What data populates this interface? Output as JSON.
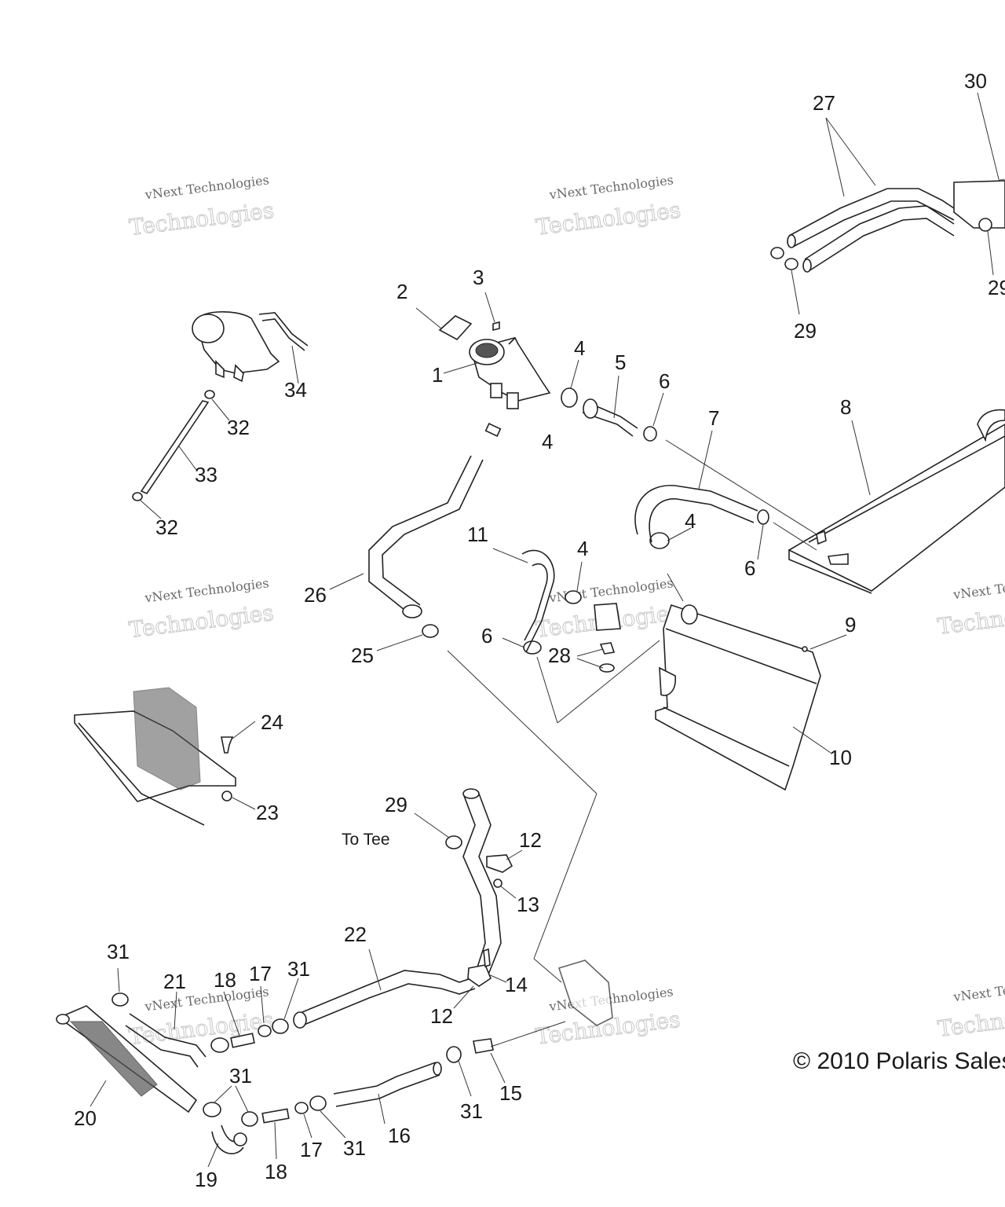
{
  "diagram": {
    "labels": [
      {
        "id": "l1",
        "text": "1"
      },
      {
        "id": "l2",
        "text": "2"
      },
      {
        "id": "l3",
        "text": "3"
      },
      {
        "id": "l4a",
        "text": "4"
      },
      {
        "id": "l4b",
        "text": "4"
      },
      {
        "id": "l4c",
        "text": "4"
      },
      {
        "id": "l4d",
        "text": "4"
      },
      {
        "id": "l5",
        "text": "5"
      },
      {
        "id": "l6a",
        "text": "6"
      },
      {
        "id": "l6b",
        "text": "6"
      },
      {
        "id": "l6c",
        "text": "6"
      },
      {
        "id": "l7",
        "text": "7"
      },
      {
        "id": "l8",
        "text": "8"
      },
      {
        "id": "l9",
        "text": "9"
      },
      {
        "id": "l10",
        "text": "10"
      },
      {
        "id": "l11",
        "text": "11"
      },
      {
        "id": "l12a",
        "text": "12"
      },
      {
        "id": "l12b",
        "text": "12"
      },
      {
        "id": "l13",
        "text": "13"
      },
      {
        "id": "l14",
        "text": "14"
      },
      {
        "id": "l15",
        "text": "15"
      },
      {
        "id": "l16",
        "text": "16"
      },
      {
        "id": "l17a",
        "text": "17"
      },
      {
        "id": "l17b",
        "text": "17"
      },
      {
        "id": "l18a",
        "text": "18"
      },
      {
        "id": "l18b",
        "text": "18"
      },
      {
        "id": "l19",
        "text": "19"
      },
      {
        "id": "l20",
        "text": "20"
      },
      {
        "id": "l21",
        "text": "21"
      },
      {
        "id": "l22",
        "text": "22"
      },
      {
        "id": "l23",
        "text": "23"
      },
      {
        "id": "l24",
        "text": "24"
      },
      {
        "id": "l25",
        "text": "25"
      },
      {
        "id": "l26",
        "text": "26"
      },
      {
        "id": "l27",
        "text": "27"
      },
      {
        "id": "l28",
        "text": "28"
      },
      {
        "id": "l29a",
        "text": "29"
      },
      {
        "id": "l29b",
        "text": "29"
      },
      {
        "id": "l29c",
        "text": "29"
      },
      {
        "id": "l30",
        "text": "30"
      },
      {
        "id": "l31a",
        "text": "31"
      },
      {
        "id": "l31b",
        "text": "31"
      },
      {
        "id": "l31c",
        "text": "31"
      },
      {
        "id": "l31d",
        "text": "31"
      },
      {
        "id": "l31e",
        "text": "31"
      },
      {
        "id": "l32a",
        "text": "32"
      },
      {
        "id": "l32b",
        "text": "32"
      },
      {
        "id": "l33",
        "text": "33"
      },
      {
        "id": "l34",
        "text": "34"
      }
    ],
    "to_tee": "To Tee",
    "copyright": "© 2010 Polaris Sales",
    "watermark": {
      "line1": "vNext Technologies",
      "line2": "Technologies"
    }
  }
}
